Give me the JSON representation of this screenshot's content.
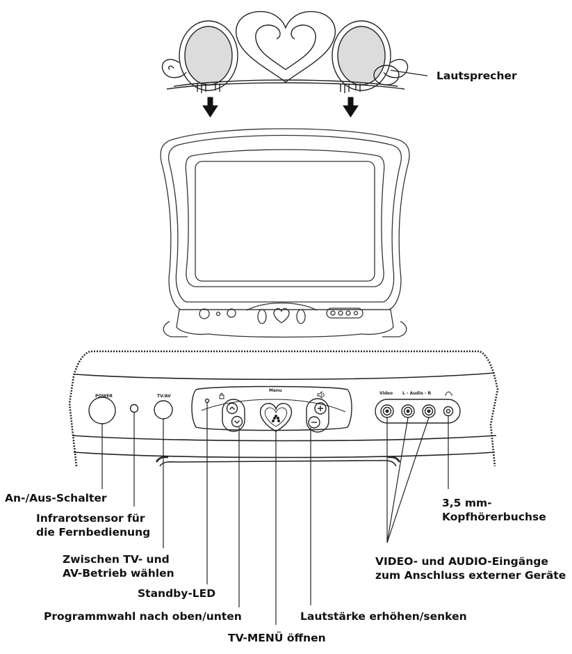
{
  "panel": {
    "power": "POWER",
    "tvav": "TV/AV",
    "menu": "Menu",
    "video": "Video",
    "audio": "L  -  Audio  -  R"
  },
  "labels": {
    "speaker": "Lautsprecher",
    "power_switch": "An-/Aus-Schalter",
    "ir_sensor": [
      "Infrarotsensor für",
      "die Fernbedienung"
    ],
    "tv_av": [
      "Zwischen TV- und",
      "AV-Betrieb wählen"
    ],
    "standby": "Standby-LED",
    "program": "Programmwahl nach oben/unten",
    "menu": "TV-MENÜ öffnen",
    "volume": "Lautstärke erhöhen/senken",
    "headphone": [
      "3,5 mm-",
      "Kopfhörerbuchse"
    ],
    "av_inputs": [
      "VIDEO- und AUDIO-Eingänge",
      "zum Anschluss externer Geräte"
    ]
  },
  "colors": {
    "line": "#222222",
    "speaker_fill": "#dcdcdc",
    "background": "#ffffff"
  }
}
